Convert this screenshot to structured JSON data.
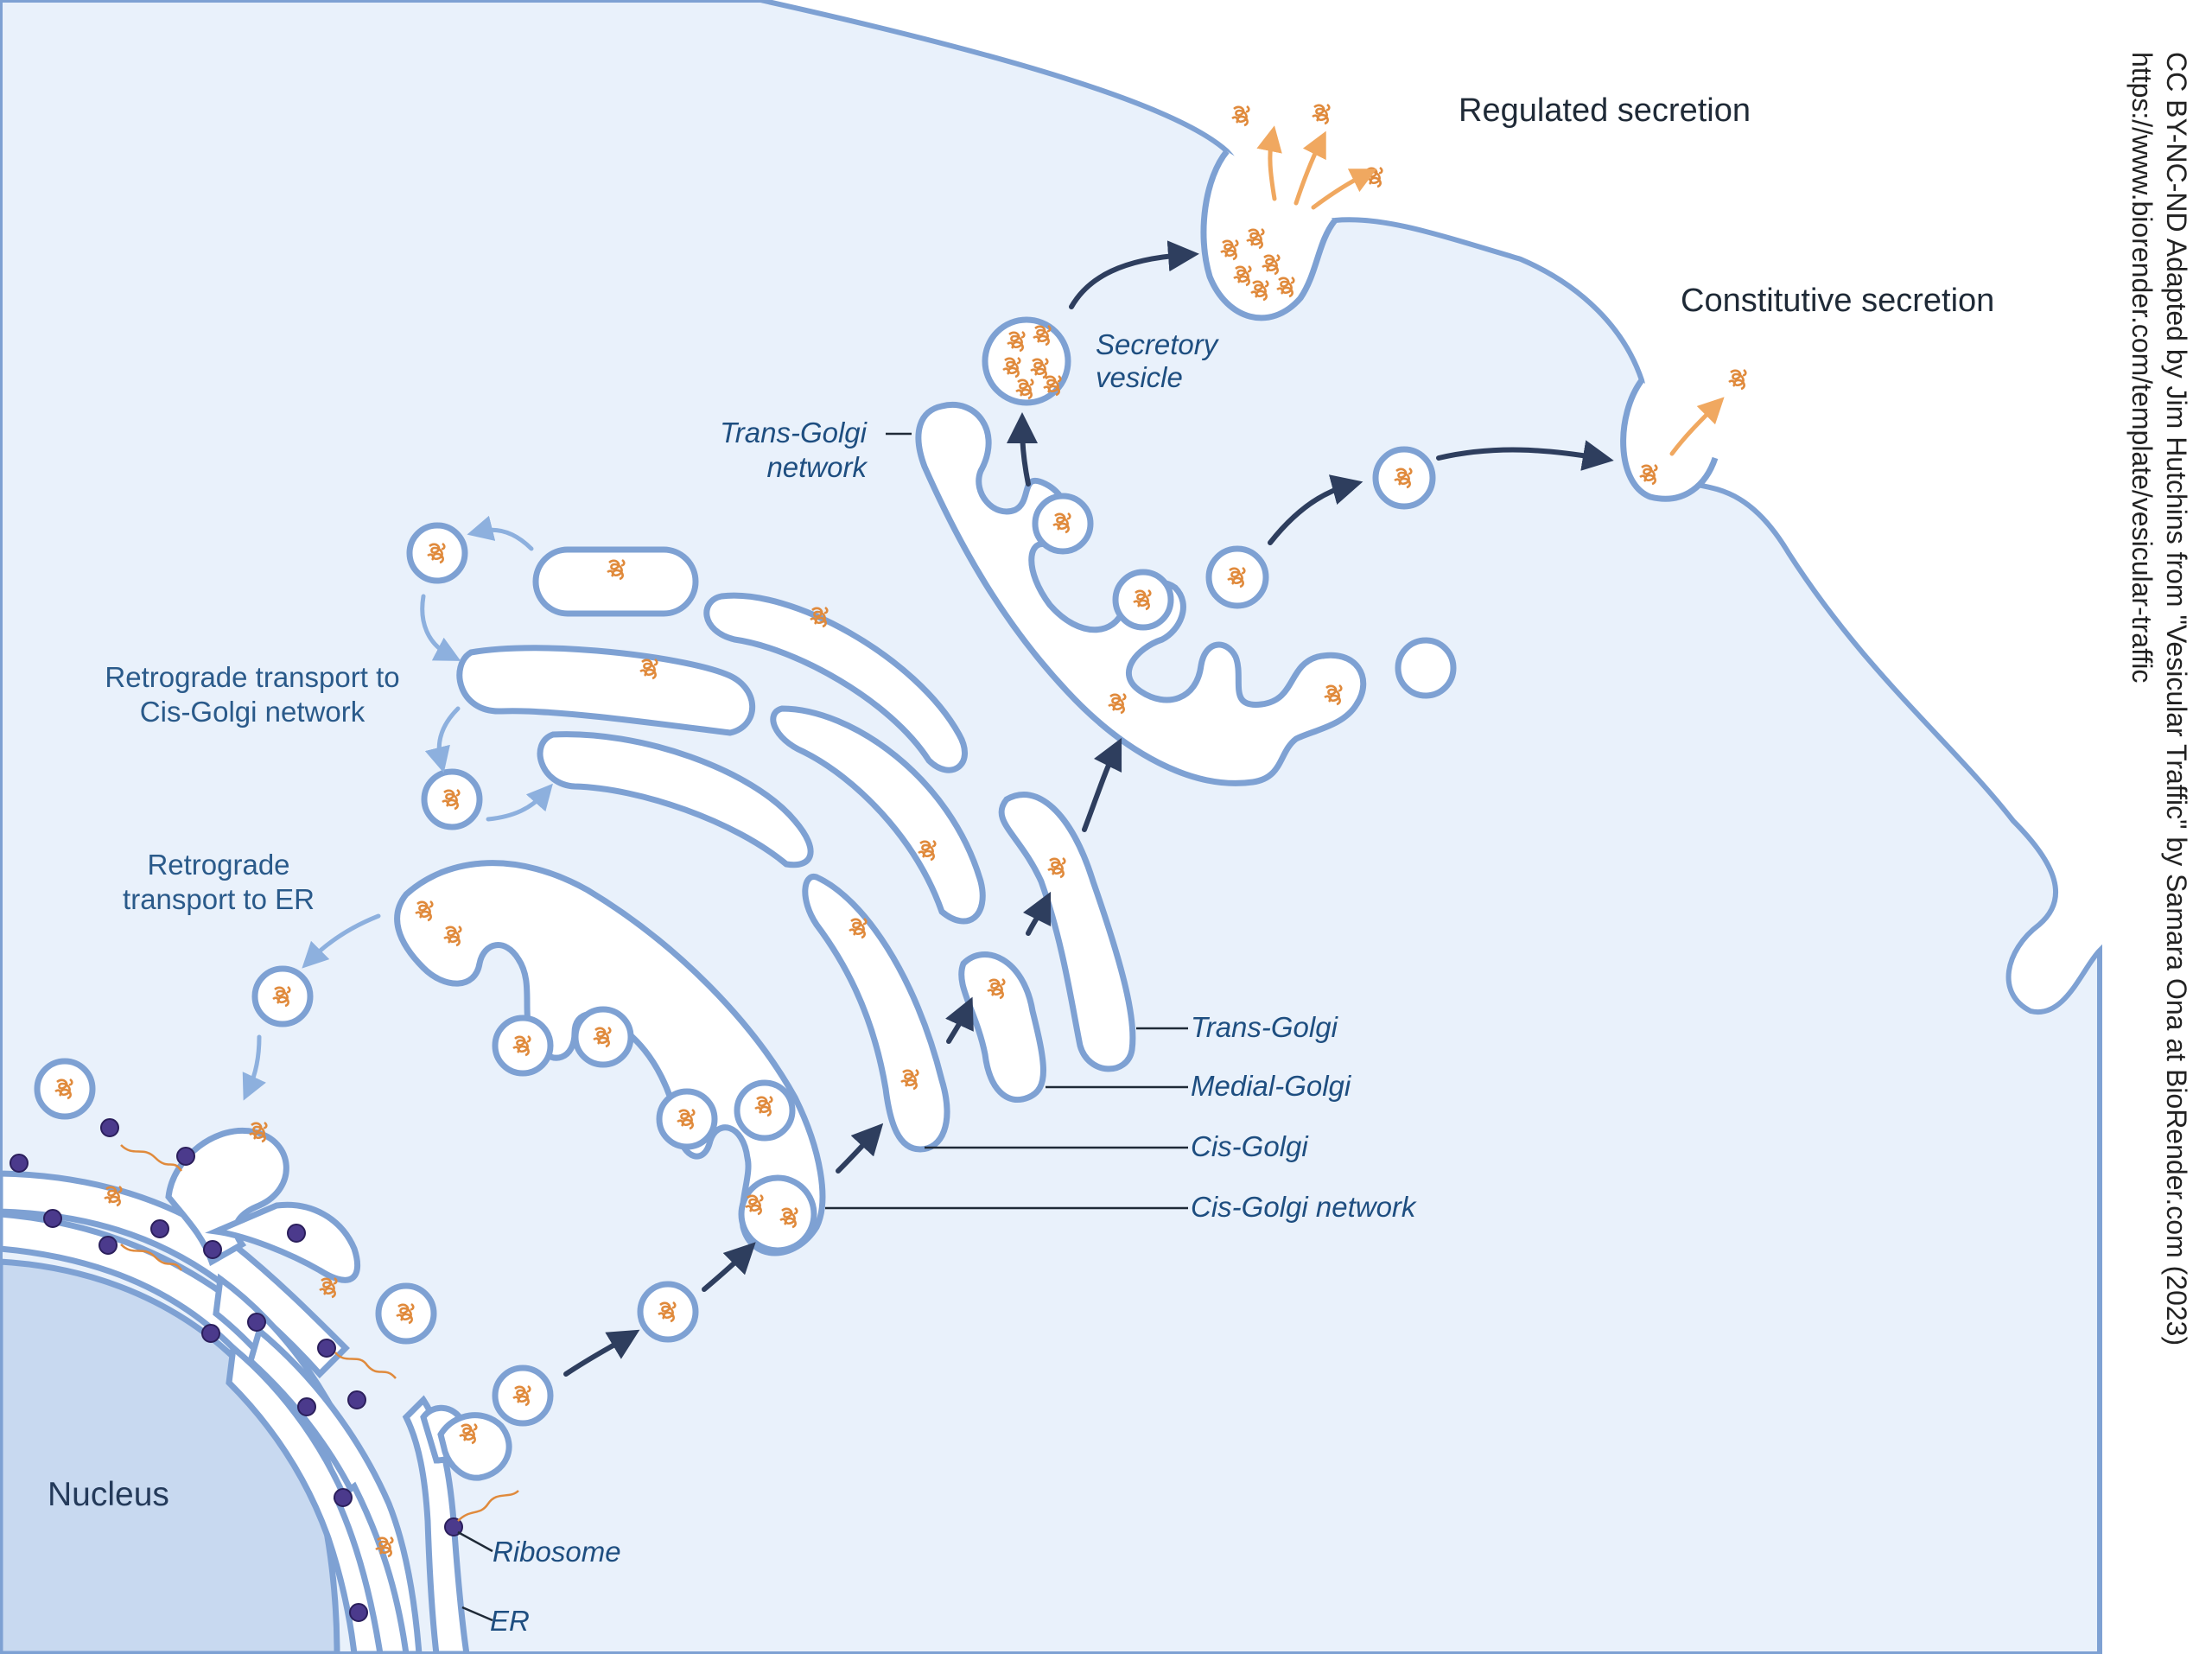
{
  "labels": {
    "regulated_secretion": "Regulated secretion",
    "constitutive_secretion": "Constitutive secretion",
    "secretory_vesicle_1": "Secretory",
    "secretory_vesicle_2": "vesicle",
    "trans_golgi_network_1": "Trans-Golgi",
    "trans_golgi_network_2": "network",
    "retro_cis_1": "Retrograde transport to",
    "retro_cis_2": "Cis-Golgi network",
    "retro_er_1": "Retrograde",
    "retro_er_2": "transport to ER",
    "trans_golgi": "Trans-Golgi",
    "medial_golgi": "Medial-Golgi",
    "cis_golgi": "Cis-Golgi",
    "cis_golgi_network": "Cis-Golgi network",
    "nucleus": "Nucleus",
    "ribosome": "Ribosome",
    "er": "ER"
  },
  "credit": {
    "line1": "CC BY-NC-ND Adapted by Jim Hutchins from \"Vesicular Traffic\" by Samara Ona at BioRender.com (2023)",
    "line2": "https://www.biorender.com/template/vesicular-traffic"
  },
  "colors": {
    "cytoplasm": "#e9f1fb",
    "nucleus": "#c8d9f0",
    "membrane": "#7ea1d3",
    "cargo_protein": "#e08a3c",
    "ribosome": "#4b3a8c",
    "forward_arrow": "#2e3e5e",
    "retrograde_arrow": "#8db0de",
    "secretion_arrow": "#f0a860"
  }
}
